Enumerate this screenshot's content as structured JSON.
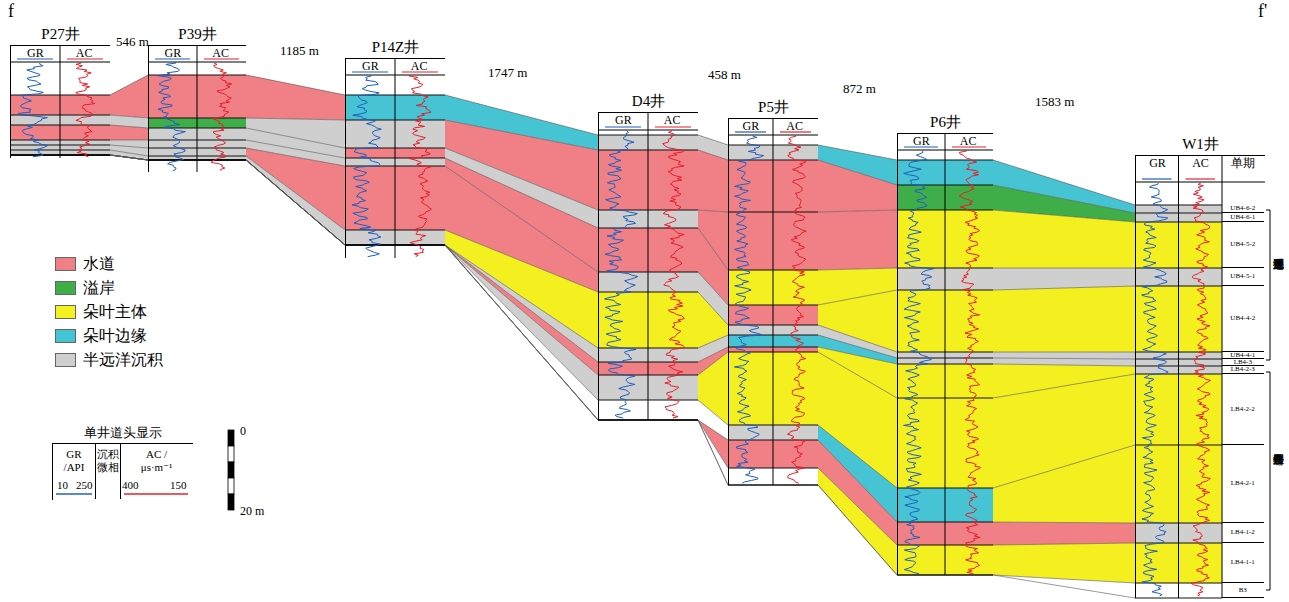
{
  "diagram": {
    "nodes": [
      {
        "text": [
          "P27井"
        ]
      },
      {
        "text": [
          "GR"
        ],
        "in": 0
      },
      {
        "text": [
          "AC"
        ],
        "in": 0
      },
      {
        "text": [
          "P39井"
        ]
      },
      {
        "text": [
          "GR"
        ],
        "in": 3
      },
      {
        "text": [
          "AC"
        ],
        "in": 3
      },
      {
        "text": [
          "P14Z井"
        ]
      },
      {
        "text": [
          "GR"
        ],
        "in": 6
      },
      {
        "text": [
          "AC"
        ],
        "in": 6
      },
      {
        "text": [
          "D4井"
        ]
      },
      {
        "text": [
          "GR"
        ],
        "in": 9
      },
      {
        "text": [
          "AC"
        ],
        "in": 9
      },
      {
        "text": [
          "P5井"
        ]
      },
      {
        "text": [
          "GR"
        ],
        "in": 12
      },
      {
        "text": [
          "AC"
        ],
        "in": 12
      },
      {
        "text": [
          "P6井"
        ]
      },
      {
        "text": [
          "GR"
        ],
        "in": 15
      },
      {
        "text": [
          "AC"
        ],
        "in": 15
      },
      {
        "text": [
          "W1井"
        ]
      },
      {
        "text": [
          "GR"
        ],
        "in": 18
      },
      {
        "text": [
          "AC"
        ],
        "in": 18
      },
      {
        "text": [
          "单期"
        ],
        "in": 18
      },
      {
        "text": [
          "UB4-6-2"
        ],
        "in": 18
      },
      {
        "text": [
          "UB4-6-1"
        ],
        "in": 18
      },
      {
        "text": [
          "UB4-5-2"
        ],
        "in": 18
      },
      {
        "text": [
          "UB4-5-1"
        ],
        "in": 18
      },
      {
        "text": [
          "UB4-4-2"
        ],
        "in": 18
      },
      {
        "text": [
          "UB4-4-1"
        ],
        "in": 18
      },
      {
        "text": [
          "LB4-3"
        ],
        "in": 18
      },
      {
        "text": [
          "LB4-2-3"
        ],
        "in": 18
      },
      {
        "text": [
          "LB4-2-2"
        ],
        "in": 18
      },
      {
        "text": [
          "LB4-2-1"
        ],
        "in": 18
      },
      {
        "text": [
          "LB4-1-2"
        ],
        "in": 18
      },
      {
        "text": [
          "LB4-1-1"
        ],
        "in": 18
      },
      {
        "text": [
          "B3"
        ],
        "in": 18
      },
      {
        "text": [
          "单井道头显示"
        ]
      },
      {
        "text": [
          "GR /API"
        ],
        "in": 35
      },
      {
        "text": [
          "沉积微相"
        ],
        "in": 35
      },
      {
        "text": [
          "AC /μs·m⁻¹"
        ],
        "in": 35
      }
    ],
    "labels": [
      "f",
      "f'",
      "546 m",
      "1185 m",
      "1747 m",
      "458 m",
      "872 m",
      "1583 m",
      "溯源退积叠置",
      "侧向迁移叠置",
      "10",
      "250",
      "400",
      "150",
      "0",
      "20 m"
    ],
    "legend": [
      {
        "text": "水道",
        "color": "#f07f86"
      },
      {
        "text": "溢岸",
        "color": "#3fae49"
      },
      {
        "text": "朵叶主体",
        "color": "#f4ef1e"
      },
      {
        "text": "朵叶边缘",
        "color": "#46c4d4"
      },
      {
        "text": "半远洋沉积",
        "color": "#cfcfcf"
      }
    ]
  }
}
